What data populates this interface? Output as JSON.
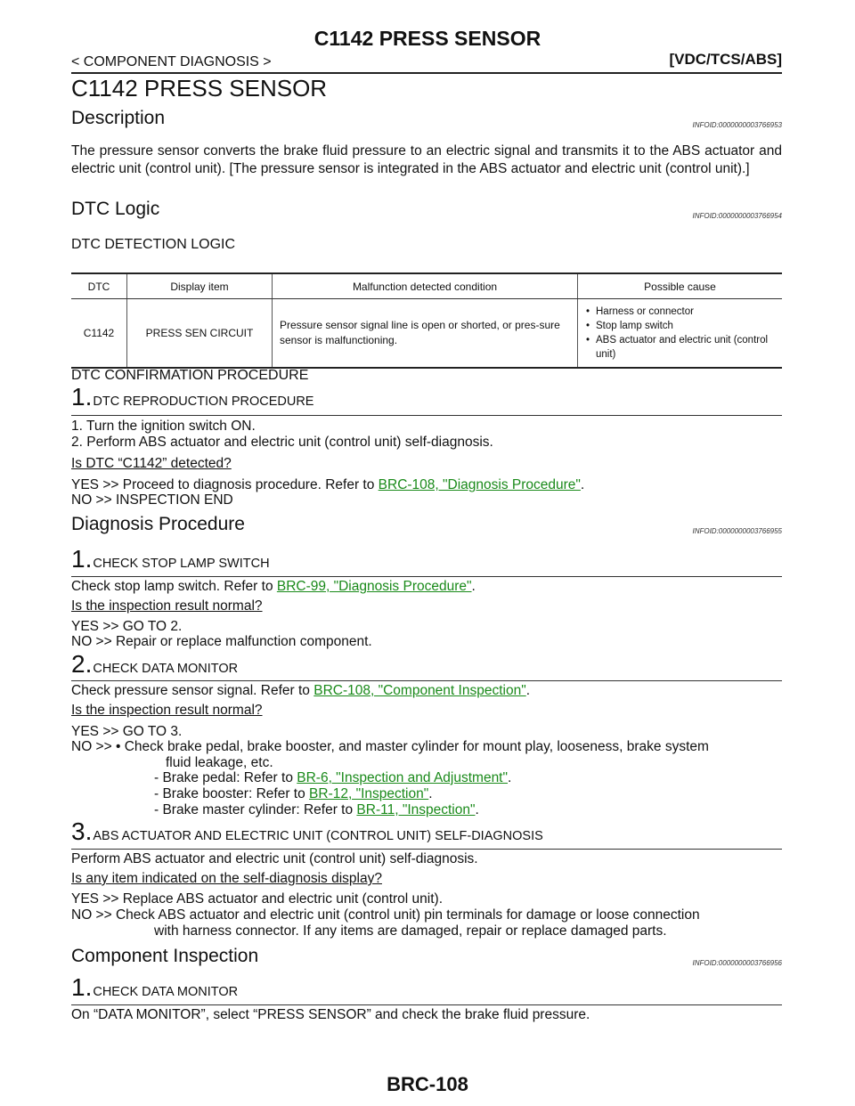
{
  "header": {
    "title": "C1142 PRESS SENSOR",
    "breadcrumb": "< COMPONENT DIAGNOSIS >",
    "section": "[VDC/TCS/ABS]"
  },
  "main_title": "C1142 PRESS SENSOR",
  "description": {
    "heading": "Description",
    "infoid": "INFOID:0000000003766953",
    "text": "The pressure sensor converts the brake fluid pressure to an electric signal and transmits it to the ABS actuator and electric unit (control unit). [The pressure sensor is integrated in the ABS actuator and electric unit (control unit).]"
  },
  "dtc_logic": {
    "heading": "DTC Logic",
    "infoid": "INFOID:0000000003766954",
    "subheading": "DTC DETECTION LOGIC",
    "table": {
      "headers": [
        "DTC",
        "Display item",
        "Malfunction detected condition",
        "Possible cause"
      ],
      "row": {
        "dtc": "C1142",
        "display": "PRESS SEN CIRCUIT",
        "condition": "Pressure sensor signal line is open or shorted, or pres-sure sensor is malfunctioning.",
        "causes": [
          "Harness or connector",
          "Stop lamp switch",
          "ABS actuator and electric unit (control unit)"
        ]
      }
    },
    "confirm_heading": "DTC CONFIRMATION PROCEDURE",
    "step1": {
      "num": "1.",
      "title": "DTC REPRODUCTION PROCEDURE",
      "items": [
        "1.  Turn the ignition switch ON.",
        "2.  Perform ABS actuator and electric unit (control unit) self-diagnosis."
      ],
      "question": "Is DTC “C1142” detected?",
      "yes_prefix": "YES    >> Proceed to diagnosis procedure. Refer to ",
      "yes_link": "BRC-108, \"Diagnosis Procedure\"",
      "yes_suffix": ".",
      "no": "NO     >> INSPECTION END"
    }
  },
  "diagnosis": {
    "heading": "Diagnosis Procedure",
    "infoid": "INFOID:0000000003766955",
    "step1": {
      "num": "1.",
      "title": "CHECK STOP LAMP SWITCH",
      "text_prefix": "Check stop lamp switch. Refer to ",
      "link": "BRC-99, \"Diagnosis Procedure\"",
      "text_suffix": ".",
      "question": "Is the inspection result normal?",
      "yes": "YES    >> GO TO 2.",
      "no": "NO     >> Repair or replace malfunction component."
    },
    "step2": {
      "num": "2.",
      "title": "CHECK DATA MONITOR",
      "text_prefix": "Check pressure sensor signal. Refer to ",
      "link": "BRC-108, \"Component Inspection\"",
      "text_suffix": ".",
      "question": "Is the inspection result normal?",
      "yes": "YES    >> GO TO 3.",
      "no_line1": "NO     >> • Check brake pedal, brake booster, and master cylinder for mount play, looseness, brake system",
      "no_line2": "fluid leakage, etc.",
      "pedal_prefix": "- Brake pedal: Refer to ",
      "pedal_link": "BR-6, \"Inspection and Adjustment\"",
      "booster_prefix": "- Brake booster: Refer to ",
      "booster_link": "BR-12, \"Inspection\"",
      "master_prefix": "- Brake master cylinder: Refer to ",
      "master_link": "BR-11, \"Inspection\"",
      "dot": "."
    },
    "step3": {
      "num": "3.",
      "title": "ABS ACTUATOR AND ELECTRIC UNIT (CONTROL UNIT) SELF-DIAGNOSIS",
      "text": "Perform ABS actuator and electric unit (control unit) self-diagnosis.",
      "question": "Is any item indicated on the self-diagnosis display?",
      "yes": "YES    >> Replace ABS actuator and electric unit (control unit).",
      "no_line1": "NO     >> Check ABS actuator and electric unit (control unit) pin terminals for damage or loose connection",
      "no_line2": "with harness connector. If any items are damaged, repair or replace damaged parts."
    }
  },
  "component": {
    "heading": "Component Inspection",
    "infoid": "INFOID:0000000003766956",
    "step1": {
      "num": "1.",
      "title": "CHECK DATA MONITOR",
      "text": "On “DATA MONITOR”, select “PRESS SENSOR” and check the brake fluid pressure."
    }
  },
  "footer": {
    "page_code": "BRC-108"
  },
  "colors": {
    "link": "#1a8a1a",
    "text": "#111111"
  }
}
